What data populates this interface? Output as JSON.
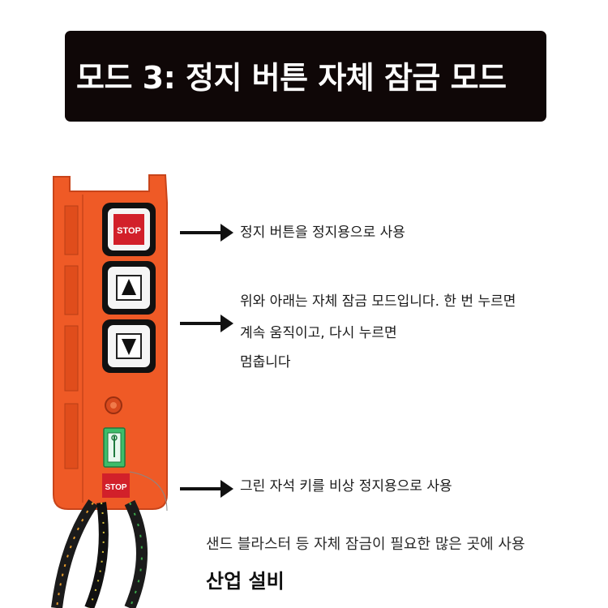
{
  "banner": {
    "title": "모드 3: 정지 버튼 자체 잠금 모드"
  },
  "remote": {
    "buttons": [
      {
        "label": "STOP",
        "icon": "stop-text"
      },
      {
        "label": "",
        "icon": "up-triangle-icon"
      },
      {
        "label": "",
        "icon": "down-triangle-icon"
      }
    ],
    "emergency_label": "STOP",
    "colors": {
      "body": "#ef5a26",
      "stop_red": "#d2202a",
      "key_green": "#3dbd6a"
    }
  },
  "annotations": {
    "stop_use": "정지 버튼을 정지용으로 사용",
    "updown_line1": "위와 아래는 자체 잠금 모드입니다. 한 번 누르면",
    "updown_line2": "계속 움직이고, 다시 누르면",
    "updown_line3": "멈춥니다",
    "key_use": "그린 자석 키를 비상 정지용으로 사용"
  },
  "footer": {
    "caption": "샌드 블라스터 등 자체 잠금이 필요한 많은 곳에 사용",
    "subhead": "산업 설비"
  }
}
